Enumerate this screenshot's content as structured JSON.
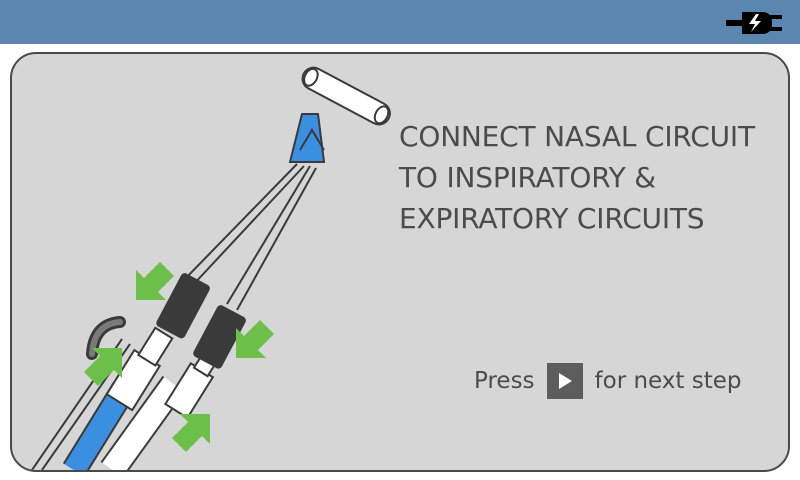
{
  "header": {
    "power_icon": "power-plug-icon"
  },
  "panel": {
    "instruction_lines": [
      "CONNECT NASAL CIRCUIT",
      "TO INSPIRATORY &",
      "EXPIRATORY CIRCUITS"
    ],
    "next_step": {
      "before": "Press",
      "button_icon": "play-icon",
      "after": "for next step"
    }
  },
  "colors": {
    "header_bg": "#5b86b0",
    "panel_bg": "#d6d6d6",
    "text": "#4b4b4b",
    "tube_blue": "#3b8fe0",
    "arrow_green": "#6cc04a",
    "connector_dark": "#3a3a3a"
  }
}
